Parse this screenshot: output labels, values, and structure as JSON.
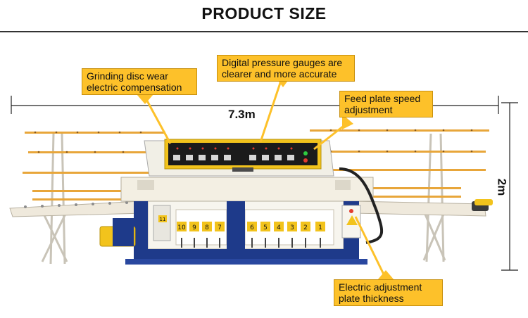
{
  "header": {
    "title": "PRODUCT SIZE"
  },
  "dimensions": {
    "length": "7.3m",
    "height": "2m"
  },
  "callouts": {
    "grinding": "Grinding disc wear electric compensation",
    "gauges": "Digital pressure gauges are clearer and more accurate",
    "feed": "Feed plate speed adjustment",
    "thickness": "Electric adjustment plate thickness"
  },
  "machine": {
    "head_numbers": [
      "10",
      "9",
      "8",
      "7",
      "6",
      "5",
      "4",
      "3",
      "2",
      "1"
    ],
    "motor_tag": "11"
  },
  "colors": {
    "callout": "#fdc12a",
    "frame": "#1e3a8a",
    "panel": "#f2c31c",
    "rail": "#e8a63a"
  }
}
